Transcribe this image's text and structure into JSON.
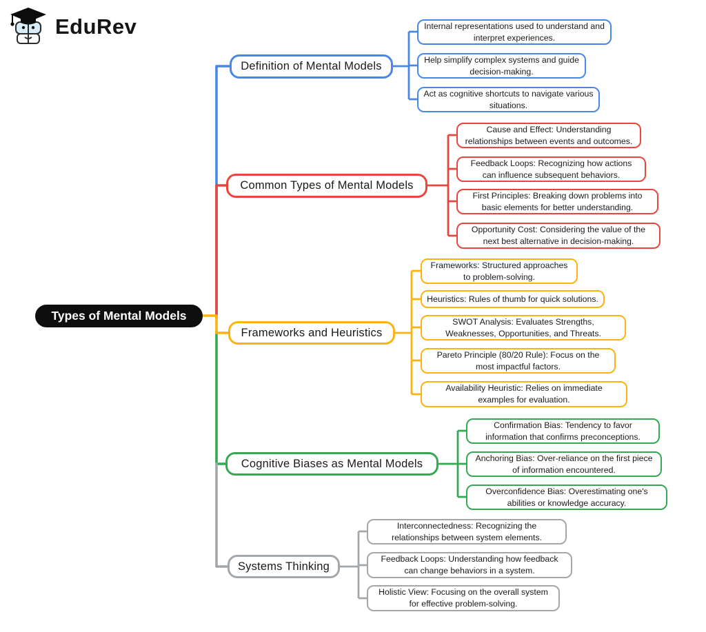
{
  "logo": {
    "brand": "EduRev"
  },
  "root": {
    "label": "Types of Mental Models"
  },
  "colors": {
    "blue": "#4a86e8",
    "red": "#e8463c",
    "yellow": "#fbb40e",
    "green": "#34a853",
    "gray": "#a2a7ab",
    "root_background": "#0e0e0e"
  },
  "branches": [
    {
      "label": "Definition of Mental Models",
      "color": "blue",
      "children": [
        "Internal representations used to understand and interpret experiences.",
        "Help simplify complex systems and guide decision-making.",
        "Act as cognitive shortcuts to navigate various situations."
      ]
    },
    {
      "label": "Common Types of Mental Models",
      "color": "red",
      "children": [
        "Cause and Effect: Understanding relationships between events and outcomes.",
        "Feedback Loops: Recognizing how actions can influence subsequent behaviors.",
        "First Principles: Breaking down problems into basic elements for better understanding.",
        "Opportunity Cost: Considering the value of the next best alternative in decision-making."
      ]
    },
    {
      "label": "Frameworks and Heuristics",
      "color": "yellow",
      "children": [
        "Frameworks: Structured approaches to problem-solving.",
        "Heuristics: Rules of thumb for quick solutions.",
        "SWOT Analysis: Evaluates Strengths, Weaknesses, Opportunities, and Threats.",
        "Pareto Principle (80/20 Rule): Focus on the most impactful factors.",
        "Availability Heuristic: Relies on immediate examples for evaluation."
      ]
    },
    {
      "label": "Cognitive Biases as Mental Models",
      "color": "green",
      "children": [
        "Confirmation Bias: Tendency to favor information that confirms preconceptions.",
        "Anchoring Bias: Over-reliance on the first piece of information encountered.",
        "Overconfidence Bias: Overestimating one's abilities or knowledge accuracy."
      ]
    },
    {
      "label": "Systems Thinking",
      "color": "gray",
      "children": [
        "Interconnectedness: Recognizing the relationships between system elements.",
        "Feedback Loops: Understanding how feedback can change behaviors in a system.",
        "Holistic View: Focusing on the overall system for effective problem-solving."
      ]
    }
  ]
}
